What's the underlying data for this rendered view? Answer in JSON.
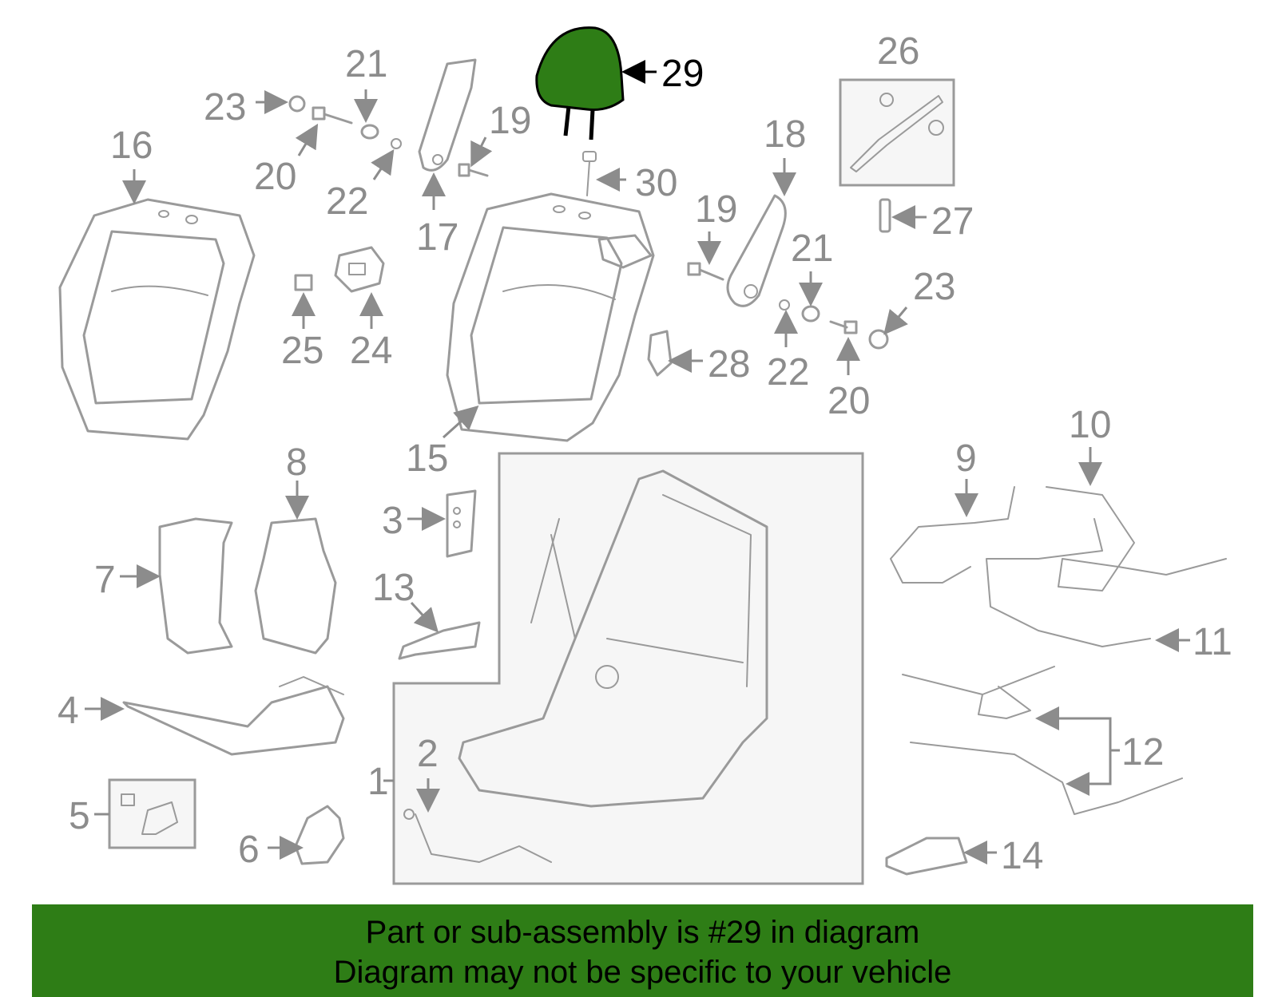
{
  "diagram": {
    "highlight_part": "29",
    "highlight_color": "#2e7d16",
    "part_color": "#9a9a9a",
    "labels": {
      "p1": "1",
      "p2": "2",
      "p3": "3",
      "p4": "4",
      "p5": "5",
      "p6": "6",
      "p7": "7",
      "p8": "8",
      "p9": "9",
      "p10": "10",
      "p11": "11",
      "p12": "12",
      "p13": "13",
      "p14": "14",
      "p15": "15",
      "p16": "16",
      "p17": "17",
      "p18": "18",
      "p19a": "19",
      "p19b": "19",
      "p20a": "20",
      "p20b": "20",
      "p21a": "21",
      "p21b": "21",
      "p22a": "22",
      "p22b": "22",
      "p23a": "23",
      "p23b": "23",
      "p24": "24",
      "p25": "25",
      "p26": "26",
      "p27": "27",
      "p28": "28",
      "p29": "29",
      "p30": "30"
    }
  },
  "banner": {
    "line1": "Part or sub-assembly is #29 in diagram",
    "line2": "Diagram may not be specific to your vehicle",
    "background": "#2e7d16"
  }
}
